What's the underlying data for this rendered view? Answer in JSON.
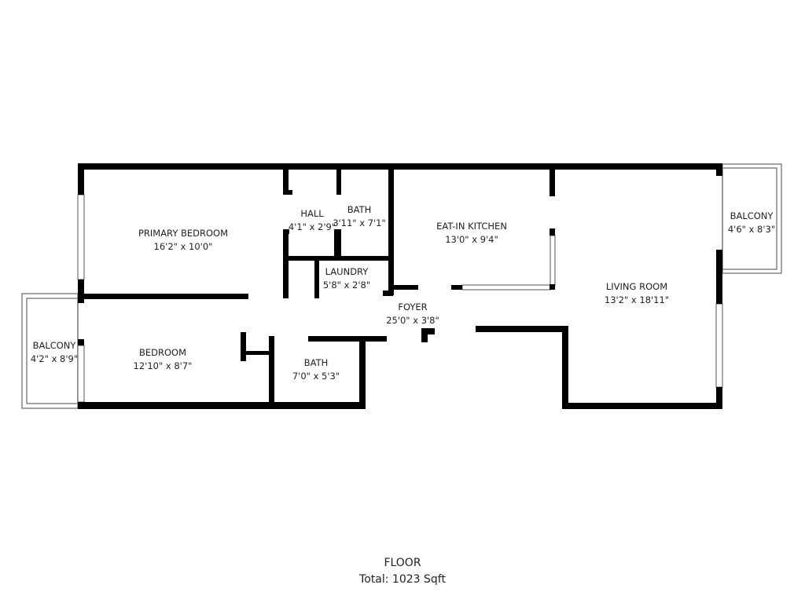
{
  "rooms": {
    "primary_bedroom": {
      "name": "PRIMARY BEDROOM",
      "size": "16'2\" x 10'0\""
    },
    "hall": {
      "name": "HALL",
      "size": "4'1\" x 2'9\""
    },
    "bath_upper": {
      "name": "BATH",
      "size": "3'11\" x 7'1\""
    },
    "laundry": {
      "name": "LAUNDRY",
      "size": "5'8\" x 2'8\""
    },
    "kitchen": {
      "name": "EAT-IN KITCHEN",
      "size": "13'0\" x 9'4\""
    },
    "balcony_right": {
      "name": "BALCONY",
      "size": "4'6\" x 8'3\""
    },
    "living_room": {
      "name": "LIVING ROOM",
      "size": "13'2\" x 18'11\""
    },
    "foyer": {
      "name": "FOYER",
      "size": "25'0\" x 3'8\""
    },
    "balcony_left": {
      "name": "BALCONY",
      "size": "4'2\" x 8'9\""
    },
    "bedroom": {
      "name": "BEDROOM",
      "size": "12'10\" x 8'7\""
    },
    "bath_lower": {
      "name": "BATH",
      "size": "7'0\" x 5'3\""
    }
  },
  "floor": {
    "title": "FLOOR",
    "total": "Total: 1023 Sqft"
  },
  "colors": {
    "wall": "#000000",
    "background": "#ffffff"
  }
}
